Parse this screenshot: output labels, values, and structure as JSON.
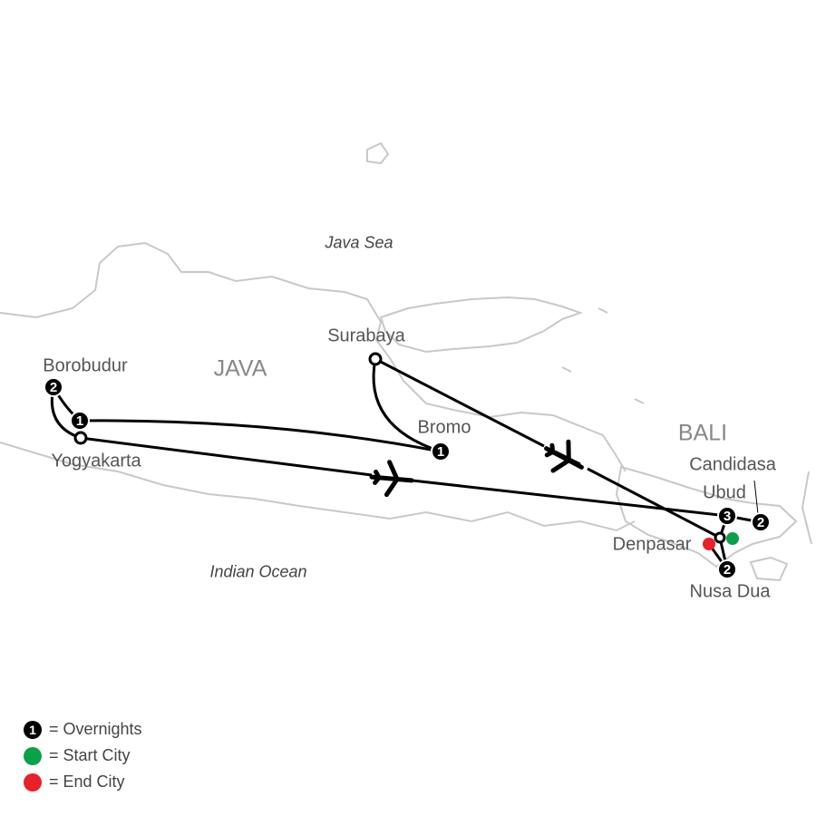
{
  "labels": {
    "java_sea": "Java Sea",
    "java": "JAVA",
    "bali": "BALI",
    "indian_ocean": "Indian Ocean",
    "borobudur": "Borobudur",
    "yogyakarta": "Yogyakarta",
    "surabaya": "Surabaya",
    "bromo": "Bromo",
    "candidasa": "Candidasa",
    "ubud": "Ubud",
    "denpasar": "Denpasar",
    "nusa_dua": "Nusa Dua"
  },
  "overnights": {
    "borobudur": "2",
    "yogyakarta": "1",
    "bromo": "1",
    "ubud": "3",
    "candidasa": "2",
    "nusa_dua": "2"
  },
  "legend": [
    {
      "symbol": "1",
      "label": "= Overnights",
      "color": "#000000"
    },
    {
      "symbol": "",
      "label": "= Start City",
      "color": "#0aa14b"
    },
    {
      "symbol": "",
      "label": "= End City",
      "color": "#e8202a"
    }
  ]
}
